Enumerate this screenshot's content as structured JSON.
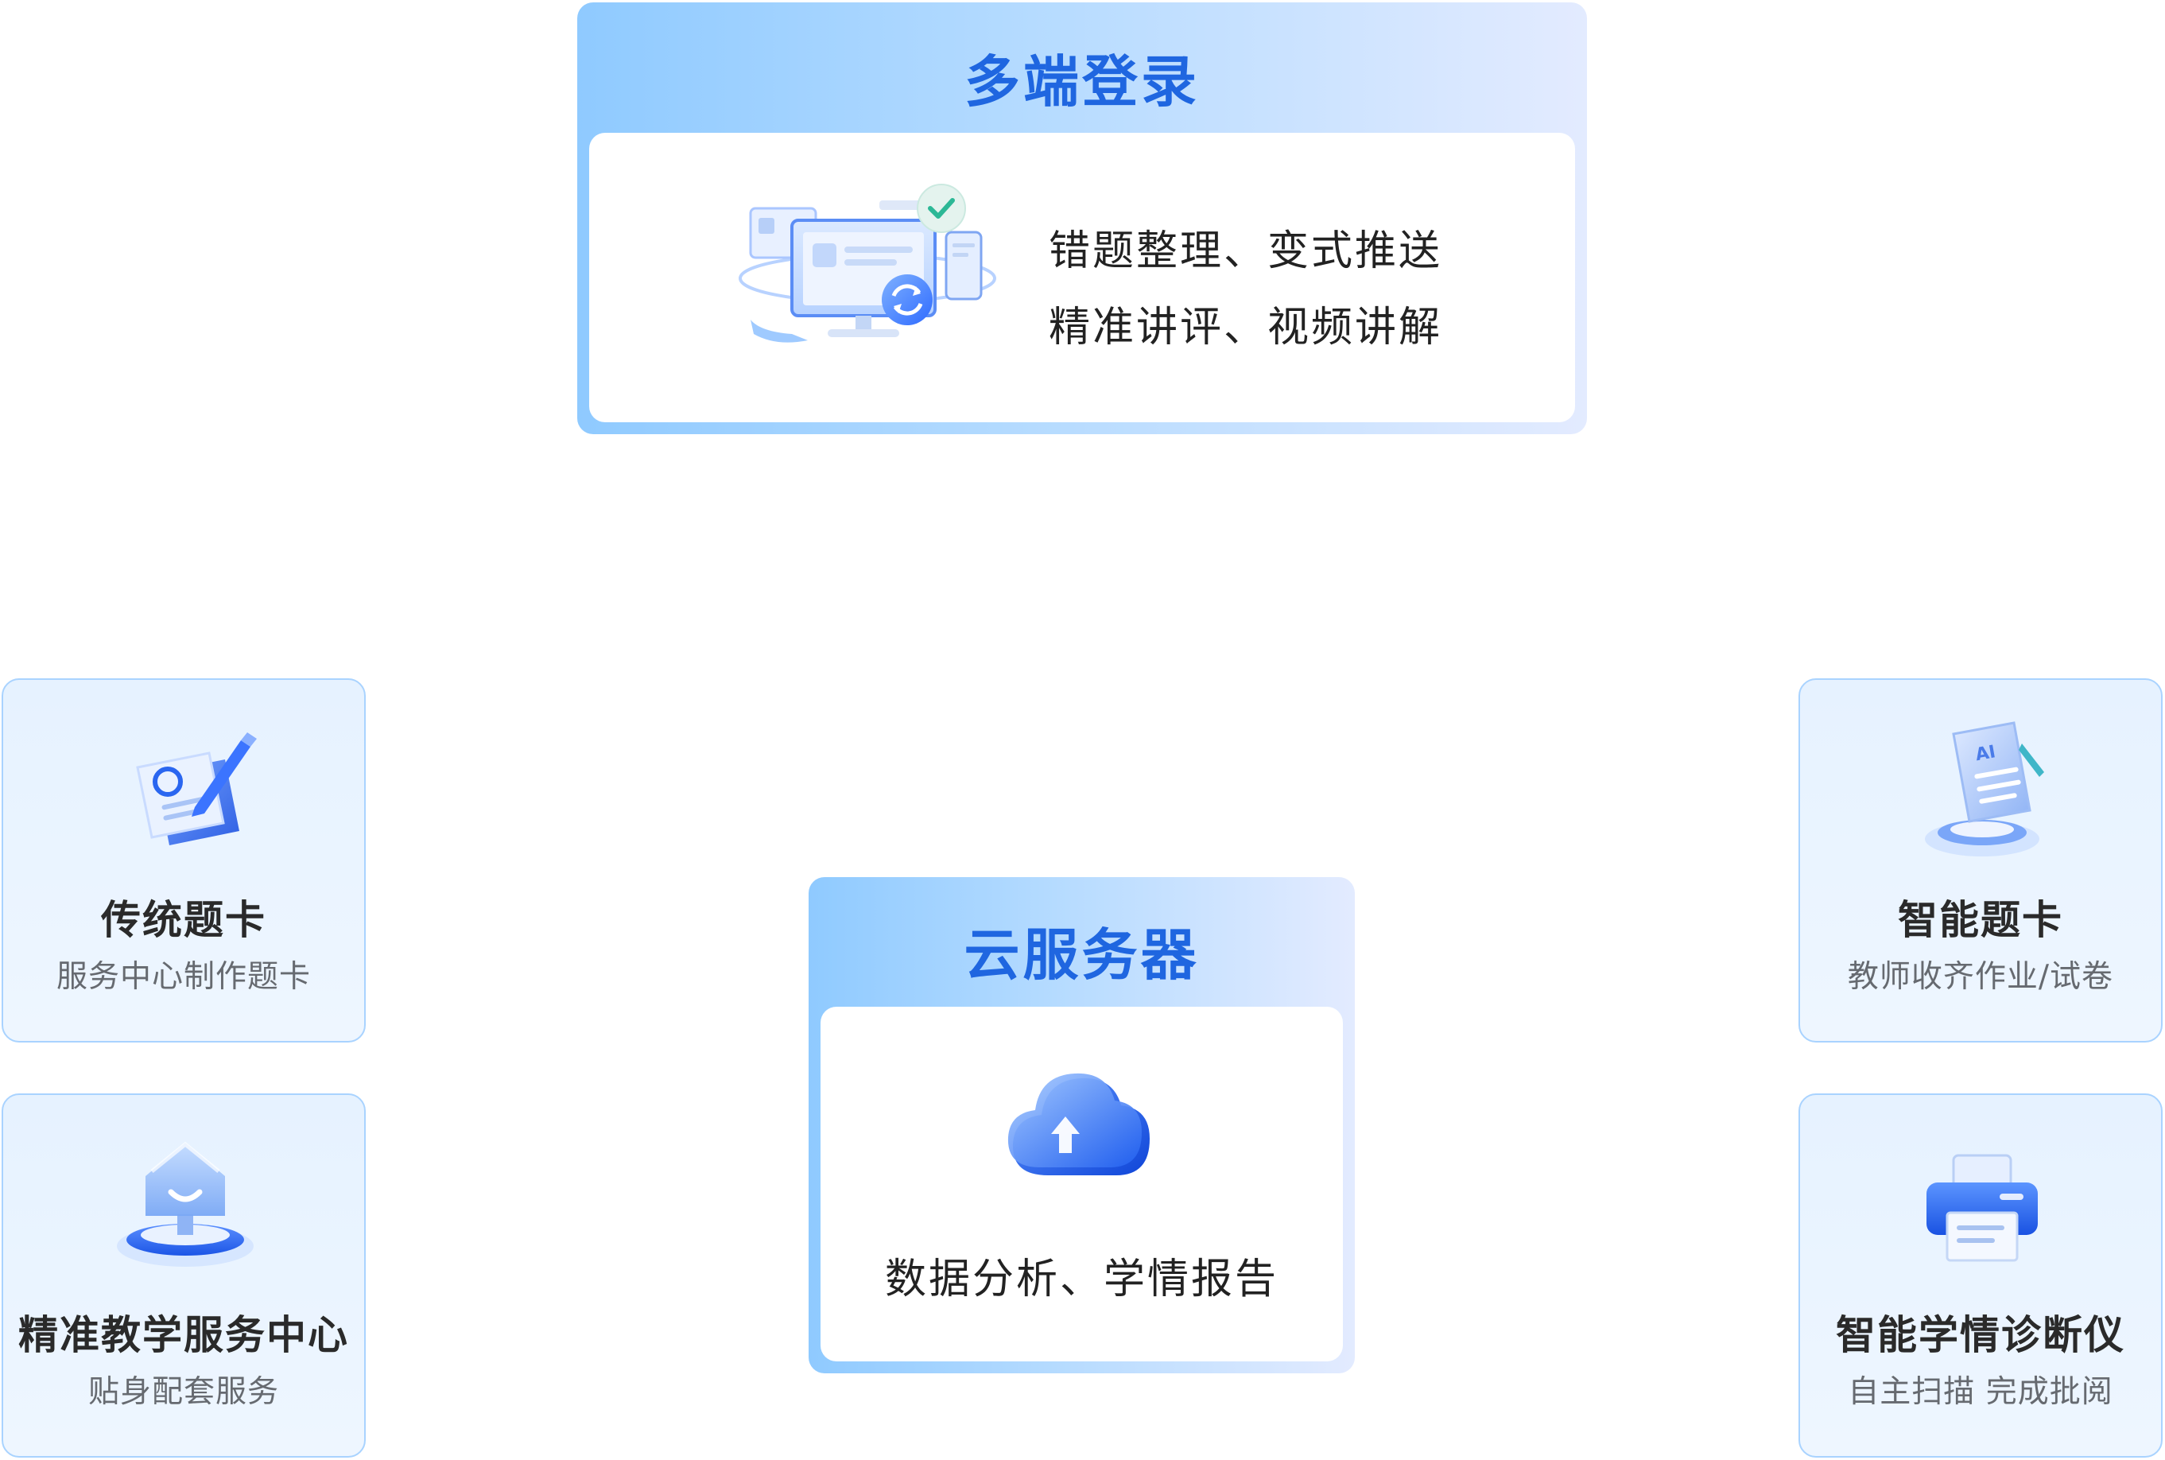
{
  "top_panel": {
    "title": "多端登录",
    "lines": [
      "错题整理、变式推送",
      "精准讲评、视频讲解"
    ],
    "icon": "multi-device-sync-icon"
  },
  "center_panel": {
    "title": "云服务器",
    "text": "数据分析、学情报告",
    "icon": "cloud-upload-icon"
  },
  "cards": [
    {
      "title": "传统题卡",
      "subtitle": "服务中心制作题卡",
      "icon": "answer-sheet-pen-icon"
    },
    {
      "title": "精准教学服务中心",
      "subtitle": "贴身配套服务",
      "icon": "service-home-icon"
    },
    {
      "title": "智能题卡",
      "subtitle": "教师收齐作业/试卷",
      "icon": "ai-answer-sheet-icon"
    },
    {
      "title": "智能学情诊断仪",
      "subtitle": "自主扫描 完成批阅",
      "icon": "scanner-printer-icon"
    }
  ],
  "colors": {
    "accent_title": "#1f66e0",
    "panel_gradient_start": "#8fcaff",
    "panel_gradient_end": "#e3ebff",
    "card_border": "#a9d3ff",
    "card_bg": "#e6f2ff"
  }
}
